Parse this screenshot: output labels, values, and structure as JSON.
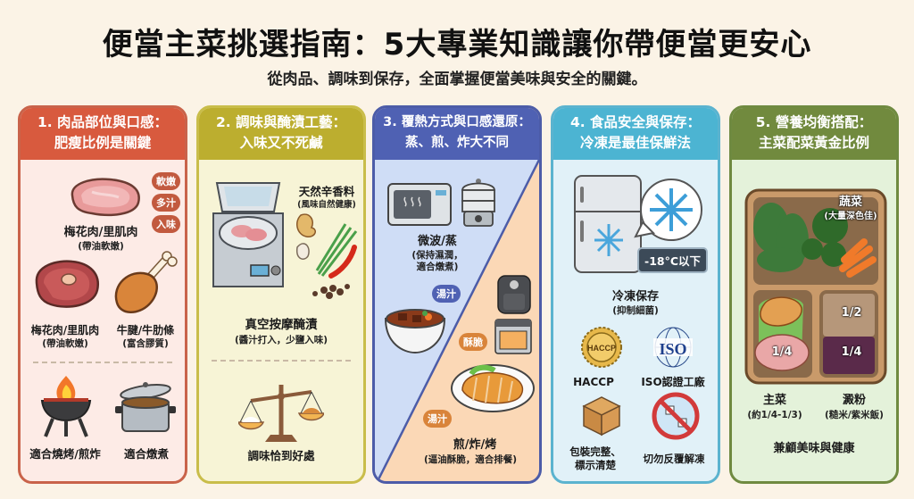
{
  "header": {
    "title": "便當主菜挑選指南：5大專業知識讓你帶便當更安心",
    "subtitle": "從肉品、調味到保存，全面掌握便當美味與安全的關鍵。"
  },
  "colors": {
    "background": "#fbf3e6",
    "card1": "#d85a3e",
    "card2": "#bcae2f",
    "card3": "#4f61b3",
    "card4": "#4cb4d2",
    "card5": "#718a3e"
  },
  "cards": [
    {
      "title_line1": "1. 肉品部位與口感：",
      "title_line2": "肥瘦比例是關鍵",
      "badges": [
        "軟嫩",
        "多汁",
        "入味"
      ],
      "items": [
        {
          "label": "梅花肉/里肌肉",
          "sub": "(帶油軟嫩)",
          "icon": "pork-chop-icon"
        },
        {
          "label": "梅花肉/里肌肉",
          "sub": "(帶油軟嫩)",
          "icon": "beef-steak-icon"
        },
        {
          "label": "牛腱/牛肋條",
          "sub": "(富含膠質)",
          "icon": "chicken-drumstick-icon"
        },
        {
          "label": "適合燒烤/煎炸",
          "icon": "grill-icon"
        },
        {
          "label": "適合燉煮",
          "icon": "stew-pot-icon"
        }
      ]
    },
    {
      "title_line1": "2. 調味與醃漬工藝：",
      "title_line2": "入味又不死鹹",
      "items": [
        {
          "label": "天然辛香料",
          "sub": "(風味自然健康)",
          "icon": "spices-icon"
        },
        {
          "label": "真空按摩醃漬",
          "sub": "(醬汁打入，少鹽入味)",
          "icon": "vacuum-marinator-icon"
        },
        {
          "label": "調味恰到好處",
          "icon": "balance-scale-icon"
        }
      ]
    },
    {
      "title_line1": "3. 覆熱方式與口感還原：",
      "title_line2": "蒸、煎、炸大不同",
      "items": [
        {
          "label": "微波/蒸",
          "sub": "(保持濕潤，",
          "sub2": "適合燉煮)",
          "icon": "microwave-steamer-icon"
        },
        {
          "label": "煎/炸/烤",
          "sub": "(逼油酥脆，適合排餐)",
          "icon": "fried-cutlet-icon"
        }
      ],
      "badges": [
        "湯汁",
        "酥脆",
        "湯汁"
      ]
    },
    {
      "title_line1": "4. 食品安全與保存：",
      "title_line2": "冷凍是最佳保鮮法",
      "temp_badge": "-18°C以下",
      "items": [
        {
          "label": "冷凍保存",
          "sub": "(抑制細菌)",
          "icon": "freezer-icon"
        },
        {
          "label": "HACCP",
          "icon": "haccp-seal-icon"
        },
        {
          "label": "ISO認證工廠",
          "icon": "iso-globe-icon"
        },
        {
          "label": "包裝完整、",
          "label2": "標示清楚",
          "icon": "package-box-icon"
        },
        {
          "label": "切勿反覆解凍",
          "icon": "no-refreeze-icon"
        }
      ],
      "haccp_text": "HACCP",
      "iso_text": "ISO"
    },
    {
      "title_line1": "5. 營養均衡搭配：",
      "title_line2": "主菜配菜黃金比例",
      "veg_label": "蔬菜",
      "veg_sub": "(大量深色佳)",
      "fractions": [
        "1/2",
        "1/4",
        "1/4"
      ],
      "items": [
        {
          "label": "主菜",
          "sub": "(約1/4-1/3)"
        },
        {
          "label": "澱粉",
          "sub": "(糙米/紫米飯)"
        }
      ],
      "footer": "兼顧美味與健康"
    }
  ]
}
